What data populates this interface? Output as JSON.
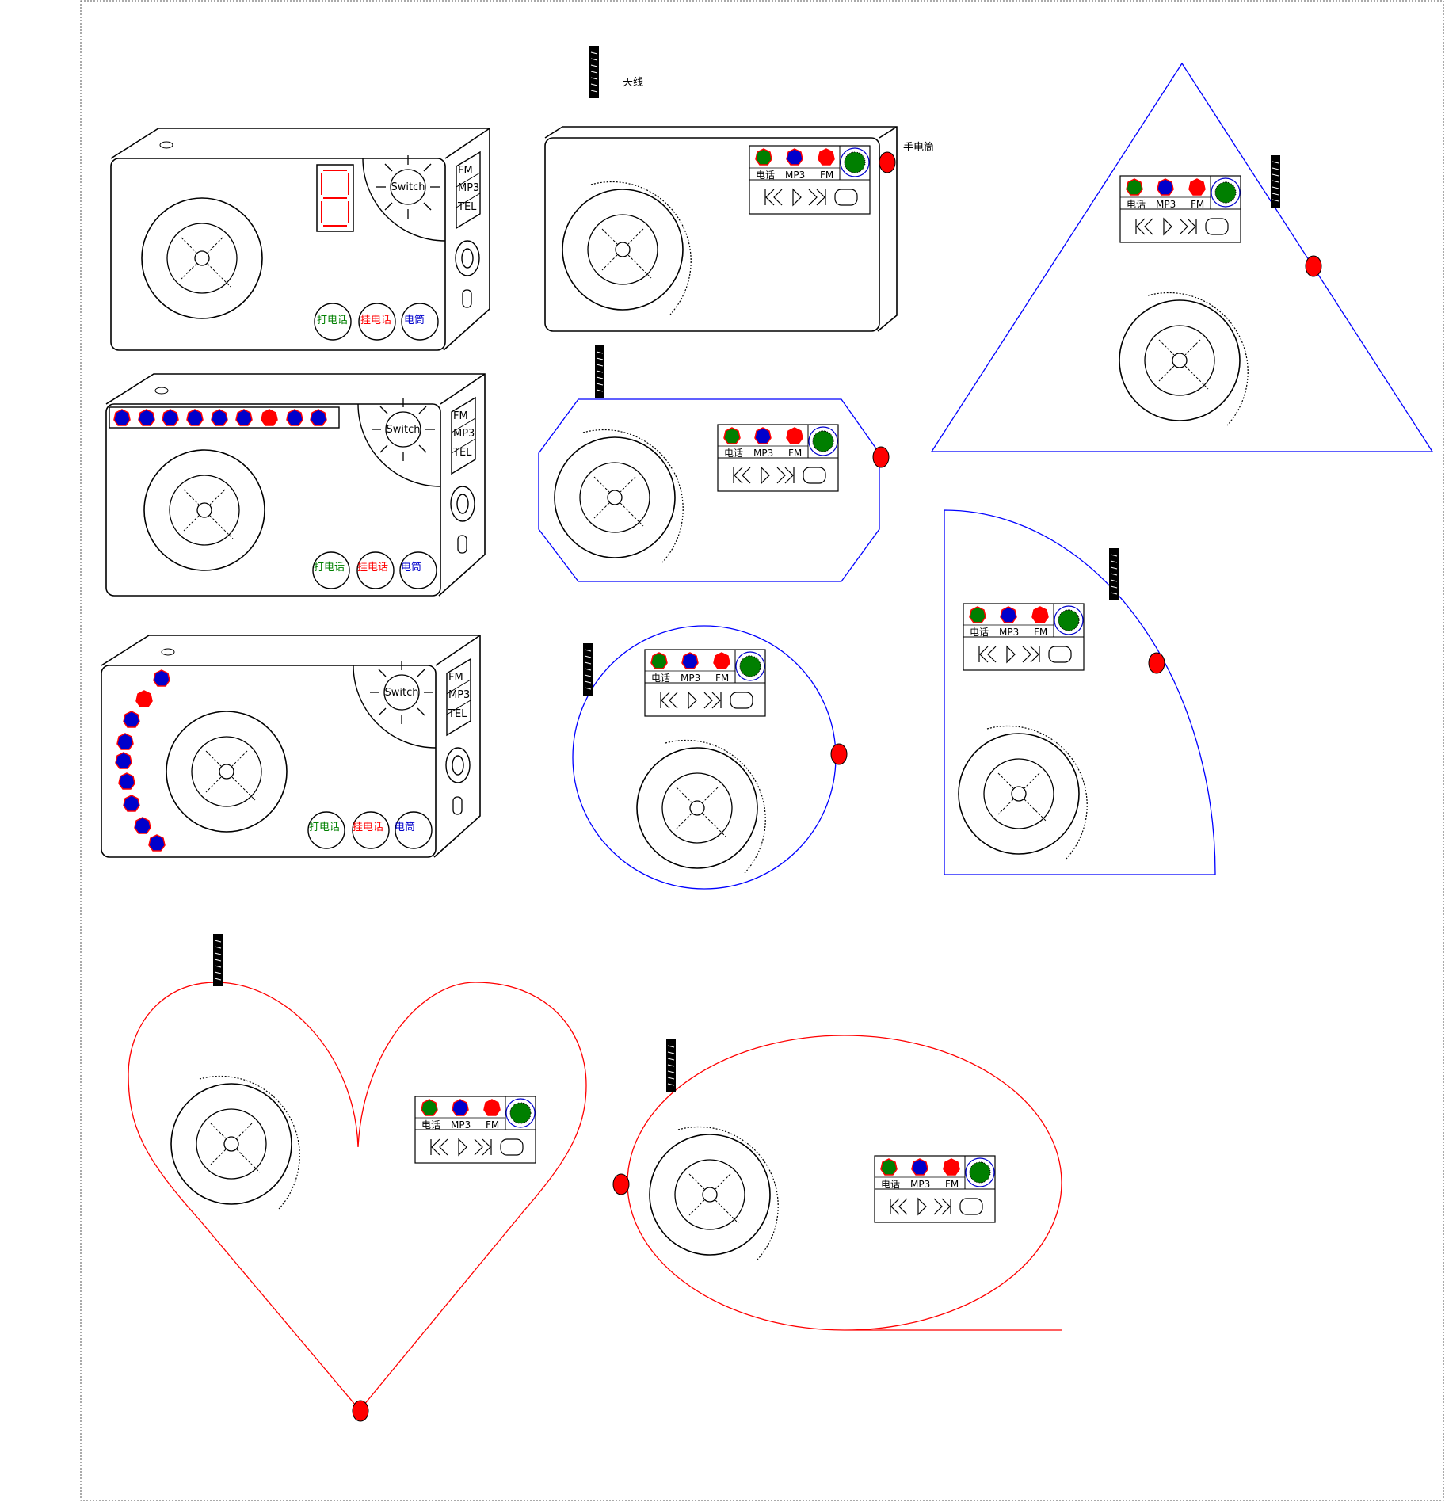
{
  "labels": {
    "antenna": "天线",
    "flashlight": "手电筒",
    "switch": "Switch",
    "modes": [
      "FM",
      "MP3",
      "TEL"
    ],
    "buttons": [
      "打电话",
      "挂电话",
      "电筒"
    ],
    "panel_tags": [
      "电话",
      "MP3",
      "FM"
    ]
  },
  "colors": {
    "outline": "#000000",
    "shape_blue": "#0000ff",
    "shape_red": "#ff0000",
    "led_red": "#ff0000",
    "led_blue": "#0000cc",
    "led_green": "#007f00",
    "call_green": "#008000",
    "hangup_red": "#ff0000",
    "torch_blue": "#0000cc"
  },
  "icons": [
    "prev-icon",
    "play-icon",
    "next-icon",
    "stop-icon",
    "speaker-icon",
    "antenna-icon",
    "flashlight-icon"
  ],
  "designs": [
    "box-radio-seven-segment",
    "box-radio-led-row",
    "box-radio-led-arc",
    "rect-radio-antenna",
    "octagon-radio",
    "circle-radio",
    "triangle-radio",
    "quarter-circle-radio",
    "heart-radio",
    "ellipse-radio"
  ]
}
